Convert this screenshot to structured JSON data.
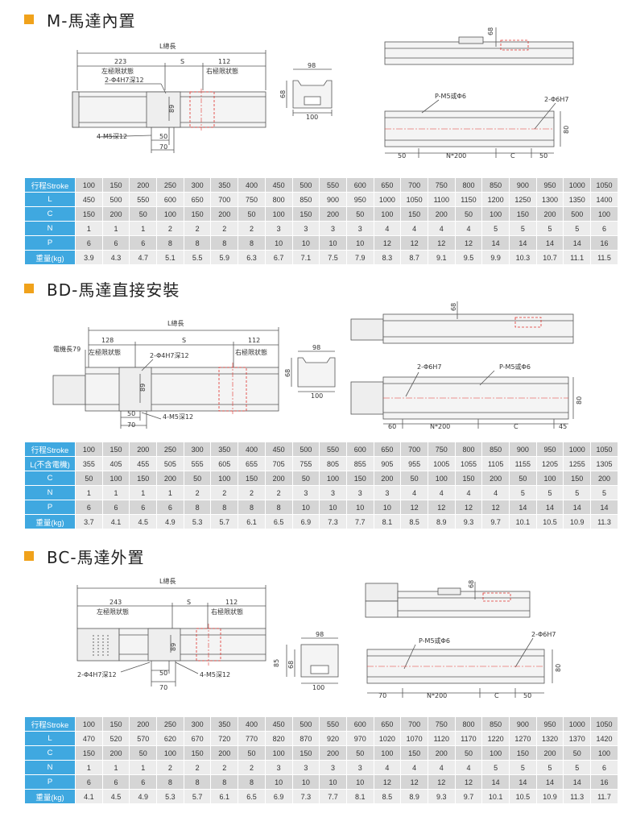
{
  "sections": [
    {
      "title": "M-馬達內置",
      "labels": {
        "total": "L總長",
        "left_len": "223",
        "left_limit": "左極限狀態",
        "s": "S",
        "right_len": "112",
        "right_limit": "右極限狀態",
        "hole1": "2-Φ4H7深12",
        "hole2": "4-M5深12",
        "d50": "50",
        "d70": "70",
        "d89": "89",
        "d98": "98",
        "d68": "68",
        "d100": "100",
        "top68": "68",
        "pm5": "P-M5或Φ6",
        "phi6": "2-Φ6H7",
        "b50": "50",
        "bn200": "N*200",
        "bc": "C",
        "b50b": "50",
        "d80": "80"
      },
      "rows": [
        {
          "label": "行程Stroke",
          "values": [
            "100",
            "150",
            "200",
            "250",
            "300",
            "350",
            "400",
            "450",
            "500",
            "550",
            "600",
            "650",
            "700",
            "750",
            "800",
            "850",
            "900",
            "950",
            "1000",
            "1050"
          ]
        },
        {
          "label": "L",
          "values": [
            "450",
            "500",
            "550",
            "600",
            "650",
            "700",
            "750",
            "800",
            "850",
            "900",
            "950",
            "1000",
            "1050",
            "1100",
            "1150",
            "1200",
            "1250",
            "1300",
            "1350",
            "1400"
          ]
        },
        {
          "label": "C",
          "values": [
            "150",
            "200",
            "50",
            "100",
            "150",
            "200",
            "50",
            "100",
            "150",
            "200",
            "50",
            "100",
            "150",
            "200",
            "50",
            "100",
            "150",
            "200",
            "500",
            "100"
          ]
        },
        {
          "label": "N",
          "values": [
            "1",
            "1",
            "1",
            "2",
            "2",
            "2",
            "2",
            "3",
            "3",
            "3",
            "3",
            "4",
            "4",
            "4",
            "4",
            "5",
            "5",
            "5",
            "5",
            "6"
          ]
        },
        {
          "label": "P",
          "values": [
            "6",
            "6",
            "6",
            "8",
            "8",
            "8",
            "8",
            "10",
            "10",
            "10",
            "10",
            "12",
            "12",
            "12",
            "12",
            "14",
            "14",
            "14",
            "14",
            "16"
          ]
        },
        {
          "label": "重量(kg)",
          "values": [
            "3.9",
            "4.3",
            "4.7",
            "5.1",
            "5.5",
            "5.9",
            "6.3",
            "6.7",
            "7.1",
            "7.5",
            "7.9",
            "8.3",
            "8.7",
            "9.1",
            "9.5",
            "9.9",
            "10.3",
            "10.7",
            "11.1",
            "11.5"
          ]
        }
      ]
    },
    {
      "title": "BD-馬達直接安裝",
      "labels": {
        "total": "L總長",
        "motor_len": "電機長79",
        "left_len": "128",
        "left_limit": "左極限狀態",
        "s": "S",
        "right_len": "112",
        "right_limit": "右極限狀態",
        "hole1": "2-Φ4H7深12",
        "hole2": "4-M5深12",
        "d50": "50",
        "d70": "70",
        "d89": "89",
        "d98": "98",
        "d68": "68",
        "d100": "100",
        "top68": "68",
        "pm5": "P-M5或Φ6",
        "phi6": "2-Φ6H7",
        "b60": "60",
        "bn200": "N*200",
        "bc": "C",
        "b45": "45",
        "d80": "80"
      },
      "rows": [
        {
          "label": "行程Stroke",
          "values": [
            "100",
            "150",
            "200",
            "250",
            "300",
            "350",
            "400",
            "450",
            "500",
            "550",
            "600",
            "650",
            "700",
            "750",
            "800",
            "850",
            "900",
            "950",
            "1000",
            "1050"
          ]
        },
        {
          "label": "L(不含電機)",
          "values": [
            "355",
            "405",
            "455",
            "505",
            "555",
            "605",
            "655",
            "705",
            "755",
            "805",
            "855",
            "905",
            "955",
            "1005",
            "1055",
            "1105",
            "1155",
            "1205",
            "1255",
            "1305"
          ]
        },
        {
          "label": "C",
          "values": [
            "50",
            "100",
            "150",
            "200",
            "50",
            "100",
            "150",
            "200",
            "50",
            "100",
            "150",
            "200",
            "50",
            "100",
            "150",
            "200",
            "50",
            "100",
            "150",
            "200"
          ]
        },
        {
          "label": "N",
          "values": [
            "1",
            "1",
            "1",
            "1",
            "2",
            "2",
            "2",
            "2",
            "3",
            "3",
            "3",
            "3",
            "4",
            "4",
            "4",
            "4",
            "5",
            "5",
            "5",
            "5"
          ]
        },
        {
          "label": "P",
          "values": [
            "6",
            "6",
            "6",
            "6",
            "8",
            "8",
            "8",
            "8",
            "10",
            "10",
            "10",
            "10",
            "12",
            "12",
            "12",
            "12",
            "14",
            "14",
            "14",
            "14"
          ]
        },
        {
          "label": "重量(kg)",
          "values": [
            "3.7",
            "4.1",
            "4.5",
            "4.9",
            "5.3",
            "5.7",
            "6.1",
            "6.5",
            "6.9",
            "7.3",
            "7.7",
            "8.1",
            "8.5",
            "8.9",
            "9.3",
            "9.7",
            "10.1",
            "10.5",
            "10.9",
            "11.3"
          ]
        }
      ]
    },
    {
      "title": "BC-馬達外置",
      "labels": {
        "total": "L總長",
        "left_len": "243",
        "left_limit": "左極限狀態",
        "s": "S",
        "right_len": "112",
        "right_limit": "右極限狀態",
        "hole1": "2-Φ4H7深12",
        "hole2": "4-M5深12",
        "d50": "50",
        "d70": "70",
        "d89": "89",
        "d98": "98",
        "d68": "68",
        "d85": "85",
        "d100": "100",
        "top68": "68",
        "pm5": "P-M5或Φ6",
        "phi6": "2-Φ6H7",
        "b70": "70",
        "bn200": "N*200",
        "bc": "C",
        "b50": "50",
        "d80": "80"
      },
      "rows": [
        {
          "label": "行程Stroke",
          "values": [
            "100",
            "150",
            "200",
            "250",
            "300",
            "350",
            "400",
            "450",
            "500",
            "550",
            "600",
            "650",
            "700",
            "750",
            "800",
            "850",
            "900",
            "950",
            "1000",
            "1050"
          ]
        },
        {
          "label": "L",
          "values": [
            "470",
            "520",
            "570",
            "620",
            "670",
            "720",
            "770",
            "820",
            "870",
            "920",
            "970",
            "1020",
            "1070",
            "1120",
            "1170",
            "1220",
            "1270",
            "1320",
            "1370",
            "1420"
          ]
        },
        {
          "label": "C",
          "values": [
            "150",
            "200",
            "50",
            "100",
            "150",
            "200",
            "50",
            "100",
            "150",
            "200",
            "50",
            "100",
            "150",
            "200",
            "50",
            "100",
            "150",
            "200",
            "50",
            "100"
          ]
        },
        {
          "label": "N",
          "values": [
            "1",
            "1",
            "1",
            "2",
            "2",
            "2",
            "2",
            "3",
            "3",
            "3",
            "3",
            "4",
            "4",
            "4",
            "4",
            "5",
            "5",
            "5",
            "5",
            "6"
          ]
        },
        {
          "label": "P",
          "values": [
            "6",
            "6",
            "6",
            "8",
            "8",
            "8",
            "8",
            "10",
            "10",
            "10",
            "10",
            "12",
            "12",
            "12",
            "12",
            "14",
            "14",
            "14",
            "14",
            "16"
          ]
        },
        {
          "label": "重量(kg)",
          "values": [
            "4.1",
            "4.5",
            "4.9",
            "5.3",
            "5.7",
            "6.1",
            "6.5",
            "6.9",
            "7.3",
            "7.7",
            "8.1",
            "8.5",
            "8.9",
            "9.3",
            "9.7",
            "10.1",
            "10.5",
            "10.9",
            "11.3",
            "11.7"
          ]
        }
      ]
    }
  ],
  "colors": {
    "accent": "#f0a21b",
    "table_header": "#3fa8e0",
    "row_dark": "#d5d5d5",
    "row_light": "#ececec",
    "red_dash": "#e0322c"
  }
}
